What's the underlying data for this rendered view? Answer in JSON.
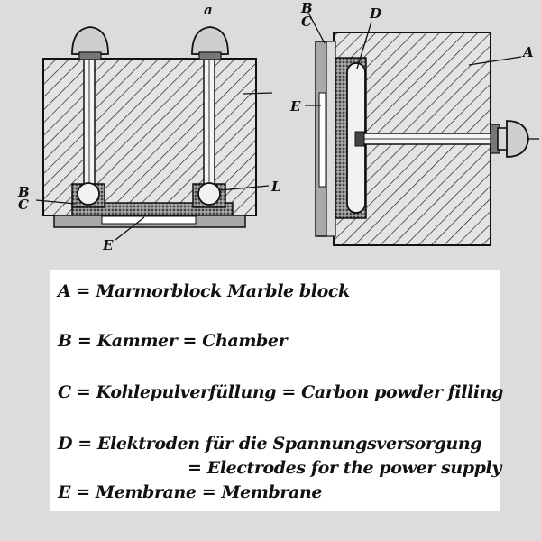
{
  "diagram": {
    "labels": {
      "a": "a",
      "A": "A",
      "B": "B",
      "C": "C",
      "D": "D",
      "E": "E",
      "L": "L"
    }
  },
  "legend": {
    "items": [
      "A = Marmorblock    Marble block",
      "B = Kammer = Chamber",
      "C = Kohlepulverfüllung = Carbon powder filling",
      "D = Elektroden für die Spannungsversorgung",
      "= Electrodes for the power supply",
      "E = Membrane = Membrane"
    ]
  }
}
